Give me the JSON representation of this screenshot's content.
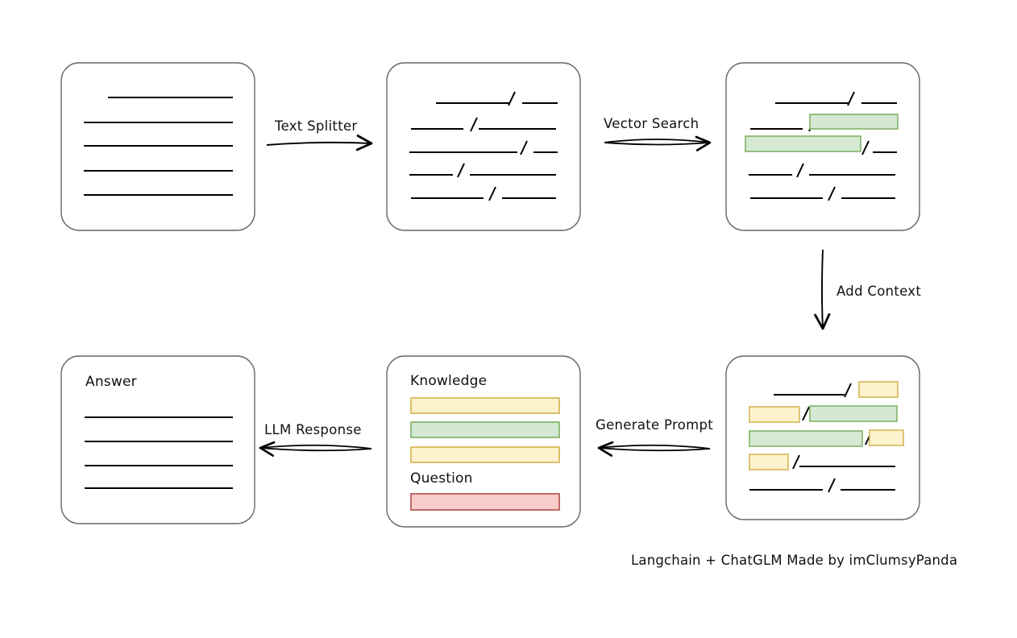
{
  "diagram": {
    "title": "Langchain + ChatGLM RAG pipeline",
    "background": "#ffffff",
    "colors": {
      "box_stroke": "#666666",
      "line_stroke": "#000000",
      "arrow_stroke": "#000000",
      "highlight_green_fill": "#d5e8d4",
      "highlight_green_stroke": "#82b366",
      "highlight_yellow_fill": "#fdf2cd",
      "highlight_yellow_stroke": "#d6b656",
      "highlight_red_fill": "#f8cecc",
      "highlight_red_stroke": "#b85450"
    }
  },
  "nodes": {
    "source_document": {
      "name": "Source Document",
      "lines": 5,
      "has_title": false
    },
    "split_chunks": {
      "name": "Split Chunks",
      "lines": 5,
      "has_title": false
    },
    "vector_matches": {
      "name": "Vector Matches",
      "lines": 5,
      "has_title": false,
      "highlights": [
        "green",
        "green"
      ]
    },
    "context_document": {
      "name": "Context Document",
      "lines": 5,
      "has_title": false,
      "highlights": [
        "yellow",
        "yellow",
        "green",
        "green",
        "yellow",
        "yellow"
      ]
    },
    "prompt": {
      "name": "Prompt",
      "knowledge_label": "Knowledge",
      "question_label": "Question",
      "knowledge_bars": [
        "yellow",
        "green",
        "yellow"
      ],
      "question_bars": [
        "red"
      ]
    },
    "answer": {
      "name": "Answer",
      "title": "Answer",
      "lines": 4
    }
  },
  "edges": [
    {
      "id": "edge-text-splitter",
      "label": "Text Splitter",
      "from": "source_document",
      "to": "split_chunks",
      "direction": "right"
    },
    {
      "id": "edge-vector-search",
      "label": "Vector Search",
      "from": "split_chunks",
      "to": "vector_matches",
      "direction": "right"
    },
    {
      "id": "edge-add-context",
      "label": "Add Context",
      "from": "vector_matches",
      "to": "context_document",
      "direction": "down"
    },
    {
      "id": "edge-generate-prompt",
      "label": "Generate Prompt",
      "from": "context_document",
      "to": "prompt",
      "direction": "left"
    },
    {
      "id": "edge-llm-response",
      "label": "LLM Response",
      "from": "prompt",
      "to": "answer",
      "direction": "left"
    }
  ],
  "footer": {
    "credit": "Langchain + ChatGLM Made by imClumsyPanda"
  }
}
